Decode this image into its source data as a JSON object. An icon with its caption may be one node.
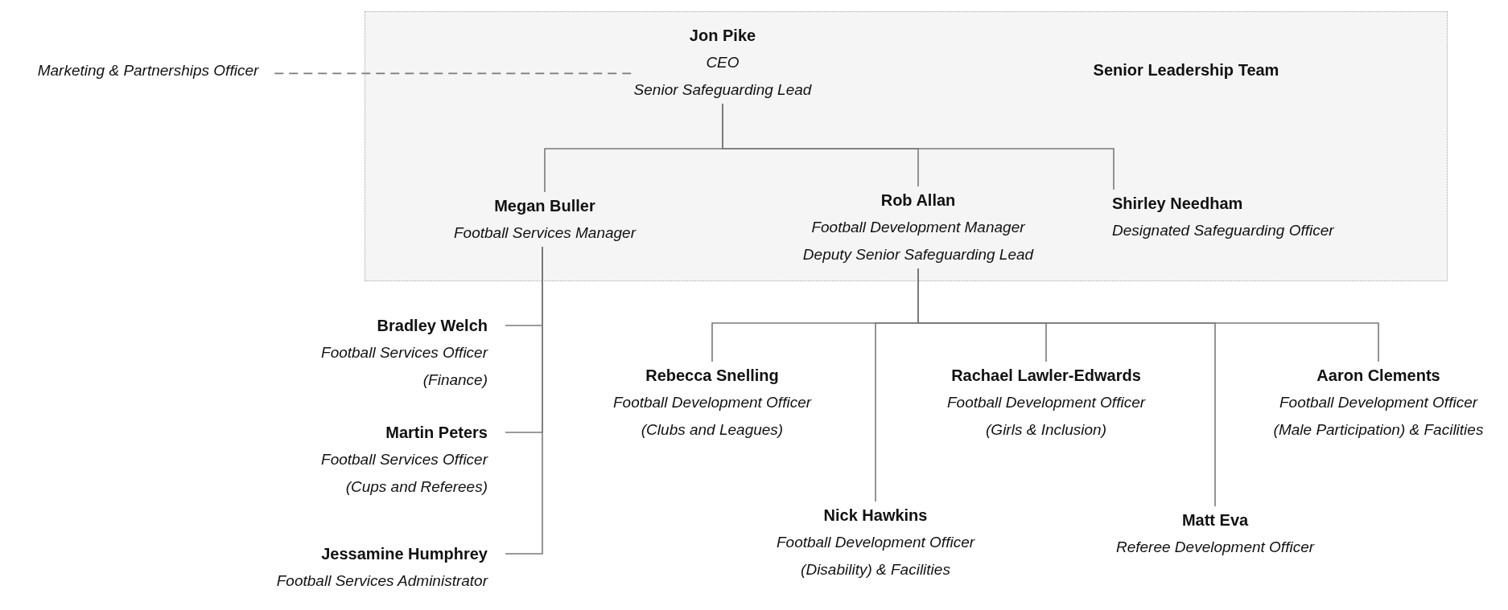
{
  "diagram": {
    "nodes": [
      {
        "text": [
          "Senior Leadership Team"
        ]
      },
      {
        "text": [
          "Marketing & Partnerships Officer"
        ]
      },
      {
        "text": [
          "Jon Pike",
          "CEO",
          "Senior Safeguarding Lead"
        ],
        "in": 0
      },
      {
        "text": [
          "Megan Buller",
          "Football Services Manager"
        ],
        "in": 0
      },
      {
        "text": [
          "Rob Allan",
          "Football Development Manager",
          "Deputy Senior Safeguarding Lead"
        ],
        "in": 0
      },
      {
        "text": [
          "Shirley Needham",
          "Designated Safeguarding Officer"
        ],
        "in": 0
      },
      {
        "text": [
          "Bradley Welch",
          "Football Services Officer (Finance)"
        ]
      },
      {
        "text": [
          "Martin Peters",
          "Football Services Officer (Cups and Referees)"
        ]
      },
      {
        "text": [
          "Jessamine Humphrey",
          "Football Services Administrator"
        ]
      },
      {
        "text": [
          "Rebecca Snelling",
          "Football Development Officer (Clubs and Leagues)"
        ]
      },
      {
        "text": [
          "Nick Hawkins",
          "Football Development Officer (Disability) & Facilities"
        ]
      },
      {
        "text": [
          "Rachael Lawler-Edwards",
          "Football Development Officer (Girls & Inclusion)"
        ]
      },
      {
        "text": [
          "Matt Eva",
          "Referee Development Officer"
        ]
      },
      {
        "text": [
          "Aaron Clements",
          "Football Development Officer (Male Participation) & Facilities"
        ]
      }
    ],
    "edges": [
      {
        "from": 1,
        "to": 2,
        "arrow": "none",
        "style": "dashed"
      },
      {
        "from": 2,
        "to": 3,
        "arrow": "none"
      },
      {
        "from": 2,
        "to": 4,
        "arrow": "none"
      },
      {
        "from": 2,
        "to": 5,
        "arrow": "none"
      },
      {
        "from": 3,
        "to": 6,
        "arrow": "none"
      },
      {
        "from": 3,
        "to": 7,
        "arrow": "none"
      },
      {
        "from": 3,
        "to": 8,
        "arrow": "none"
      },
      {
        "from": 4,
        "to": 9,
        "arrow": "none"
      },
      {
        "from": 4,
        "to": 10,
        "arrow": "none"
      },
      {
        "from": 4,
        "to": 11,
        "arrow": "none"
      },
      {
        "from": 4,
        "to": 12,
        "arrow": "none"
      },
      {
        "from": 4,
        "to": 13,
        "arrow": "none"
      }
    ]
  }
}
